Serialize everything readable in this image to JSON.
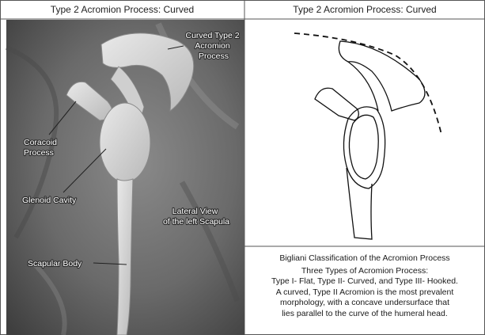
{
  "left_panel": {
    "title": "Type 2 Acromion Process: Curved",
    "labels": {
      "acromion": [
        "Curved Type 2",
        "Acromion",
        "Process"
      ],
      "coracoid": [
        "Coracoid",
        "Process"
      ],
      "glenoid": "Glenoid Cavity",
      "lateral_view": [
        "Lateral View",
        "of the left Scapula"
      ],
      "body": "Scapular Body"
    }
  },
  "right_panel": {
    "title": "Type 2 Acromion Process: Curved",
    "caption": {
      "heading": "Bigliani Classification of the Acromion Process",
      "subheading": "Three Types of Acromion Process:",
      "lines": [
        "Type I- Flat, Type II- Curved, and Type III- Hooked.",
        "A curved, Type II Acromion is the most prevalent",
        "morphology, with a concave undersurface that",
        "lies parallel to the curve of the humeral head."
      ]
    }
  },
  "colors": {
    "border": "#555555",
    "photo_bg": "#5d5d5d",
    "bone": "#d6d6d6",
    "line": "#111111"
  }
}
